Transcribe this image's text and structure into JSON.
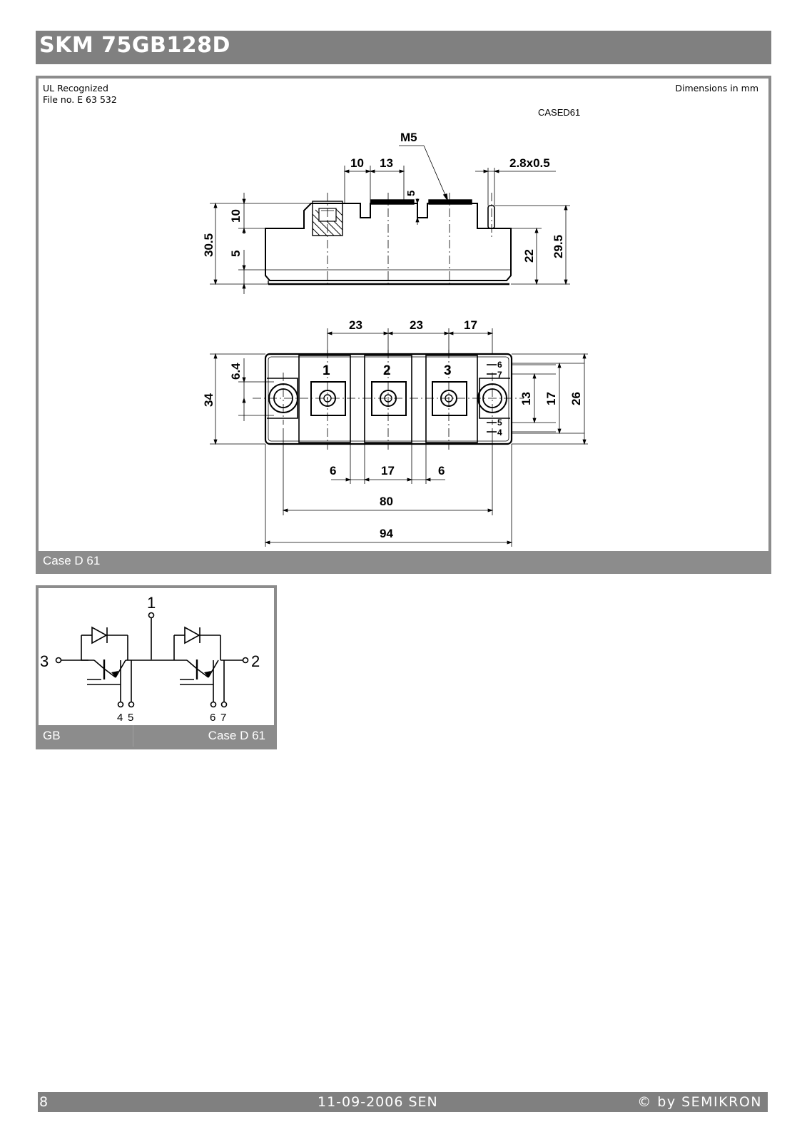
{
  "header": {
    "title": "SKM 75GB128D"
  },
  "drawing": {
    "ul_line1": "UL Recognized",
    "ul_line2": "File no. E 63 532",
    "dimensions_note": "Dimensions in mm",
    "drawing_id": "CASED61",
    "case_label": "Case D 61",
    "side_view": {
      "thread": "M5",
      "dim_10": "10",
      "dim_13": "13",
      "dim_5": "5",
      "dim_tab": "2.8x0.5",
      "dim_10v": "10",
      "dim_30_5": "30.5",
      "dim_5v": "5",
      "dim_22": "22",
      "dim_29_5": "29.5"
    },
    "top_view": {
      "dim_23a": "23",
      "dim_23b": "23",
      "dim_17top": "17",
      "term1": "1",
      "term2": "2",
      "term3": "3",
      "dim_6_4": "6.4",
      "dim_34": "34",
      "pin6": "6",
      "pin7": "7",
      "pin5": "5",
      "pin4": "4",
      "dim_13": "13",
      "dim_17": "17",
      "dim_26": "26",
      "dim_6a": "6",
      "dim_17b": "17",
      "dim_6b": "6",
      "dim_80": "80",
      "dim_94": "94"
    }
  },
  "schematic": {
    "t1": "1",
    "t2": "2",
    "t3": "3",
    "g4": "4",
    "g5": "5",
    "g6": "6",
    "g7": "7",
    "label_left": "GB",
    "label_right": "Case D 61"
  },
  "footer": {
    "page": "8",
    "date": "11-09-2006  SEN",
    "copyright": "© by SEMIKRON"
  }
}
